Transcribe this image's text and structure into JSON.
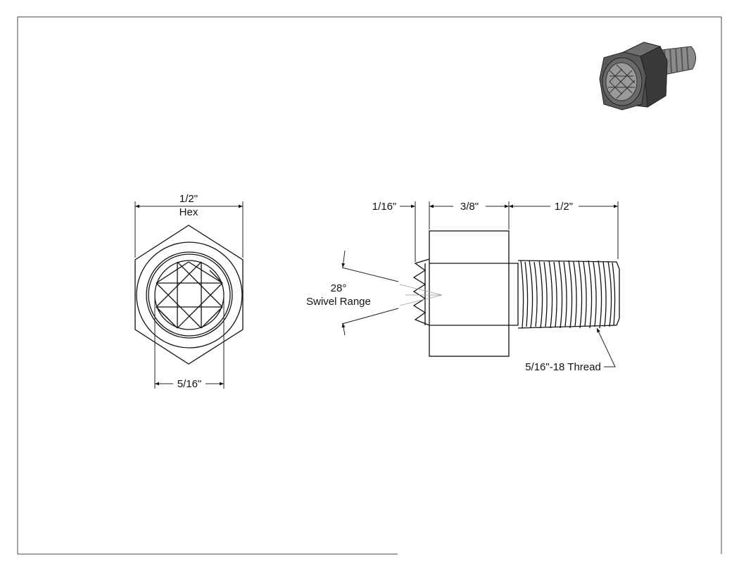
{
  "front_view": {
    "hex_size": "1/2\"",
    "hex_word": "Hex",
    "face_diameter": "5/16\""
  },
  "side_view": {
    "pad_length": "1/16\"",
    "hex_length": "3/8\"",
    "thread_length": "1/2\"",
    "angle": "28°",
    "angle_caption": "Swivel Range",
    "thread_callout": "5/16\"-18 Thread"
  },
  "colors": {
    "line": "#111111",
    "border": "#333333",
    "background": "#ffffff",
    "iso_dark": "#3a3a3a",
    "iso_mid": "#6b6b6b",
    "iso_light": "#9a9a9a"
  }
}
